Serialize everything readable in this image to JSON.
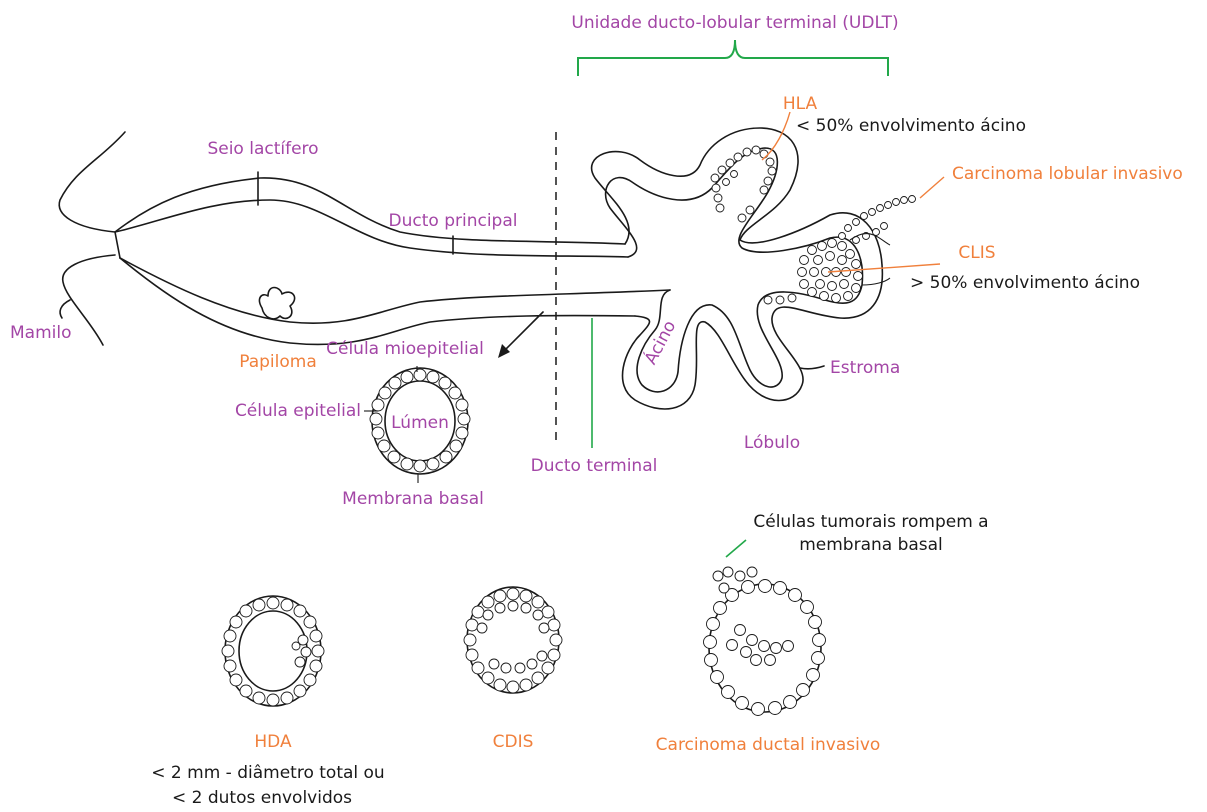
{
  "labels": {
    "udlt": "Unidade ducto-lobular terminal (UDLT)",
    "hla": "HLA",
    "hla_note": "< 50% envolvimento ácino",
    "invasive_lobular": "Carcinoma lobular invasivo",
    "clis": "CLIS",
    "clis_note": "> 50% envolvimento ácino",
    "lactiferous_sinus": "Seio lactífero",
    "main_duct": "Ducto principal",
    "nipple": "Mamilo",
    "papilloma": "Papiloma",
    "myoepithelial_cell": "Célula mioepitelial",
    "epithelial_cell": "Célula epitelial",
    "lumen": "Lúmen",
    "basement_membrane": "Membrana basal",
    "terminal_duct": "Ducto terminal",
    "acinus": "Ácino",
    "stroma": "Estroma",
    "lobule": "Lóbulo",
    "tumor_cells_line1": "Células tumorais rompem a",
    "tumor_cells_line2": "membrana basal",
    "hda": "HDA",
    "hda_note_line1": "< 2 mm - diâmetro total ou",
    "hda_note_line2": "< 2 dutos envolvidos",
    "cdis": "CDIS",
    "invasive_ductal": "Carcinoma ductal invasivo"
  },
  "colors": {
    "structure_label": "#a346a6",
    "lesion_label": "#f0803c",
    "bracket": "#22a84a",
    "line": "#1a1a1a"
  }
}
